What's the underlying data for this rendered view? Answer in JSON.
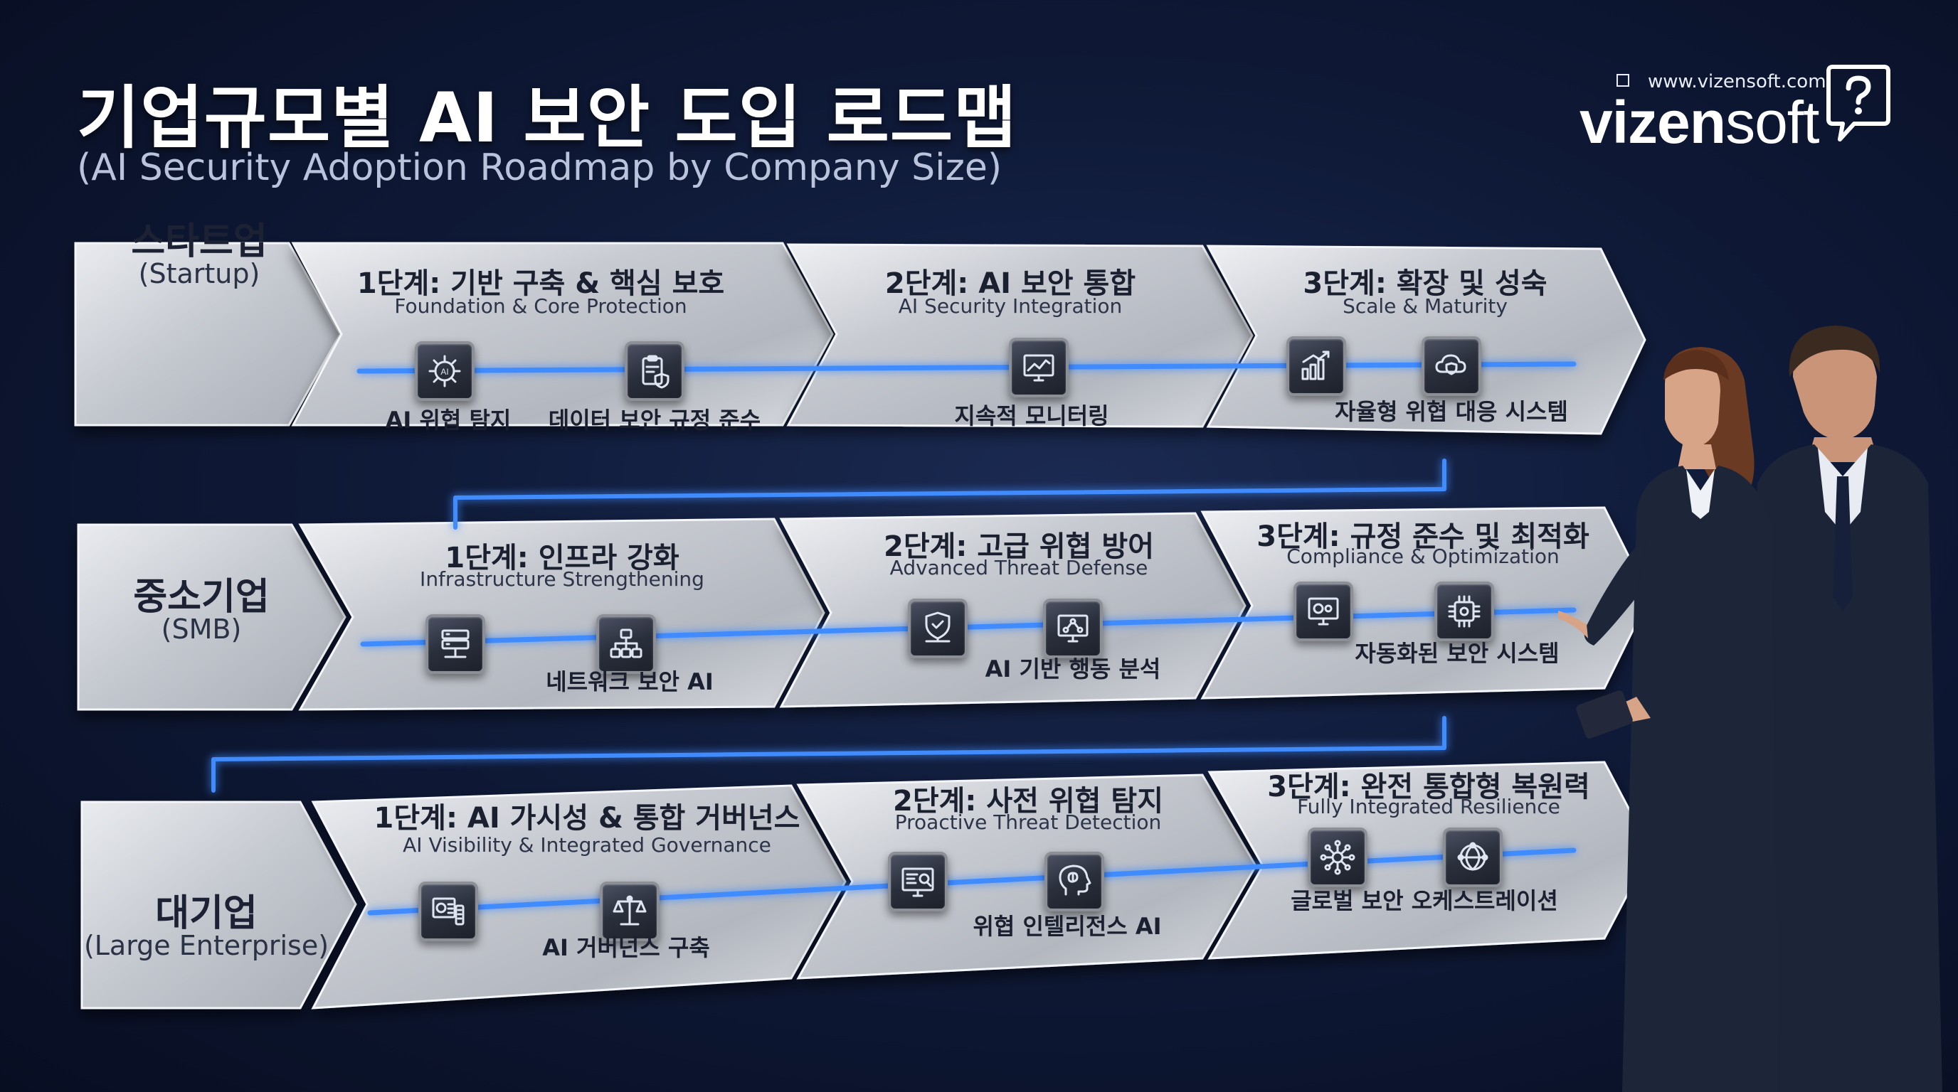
{
  "title": "기업규모별 AI 보안 도입 로드맵",
  "subtitle": "(AI Security Adoption Roadmap by Company Size)",
  "logo": {
    "url": "www.vizensoft.com",
    "name_bold": "vizen",
    "name_light": "soft",
    "icon": "question-bubble-icon"
  },
  "colors": {
    "background": "#0f1a38",
    "connector": "#3f8cff",
    "plate": "#c9ccd3",
    "icon_tile": "#2a2f3c"
  },
  "rows": [
    {
      "category_ko": "스타트업",
      "category_en": "(Startup)",
      "stages": [
        {
          "title_ko": "1단계: 기반 구축 & 핵심 보호",
          "title_en": "Foundation & Core Protection",
          "items": [
            {
              "icon": "ai-chip-icon",
              "label": "AI 위협 탐지"
            },
            {
              "icon": "clipboard-shield-icon",
              "label": "데이터 보안 규정 준수"
            }
          ]
        },
        {
          "title_ko": "2단계: AI 보안 통합",
          "title_en": "AI Security Integration",
          "items": [
            {
              "icon": "monitor-chart-icon",
              "label": "지속적 모니터링"
            }
          ]
        },
        {
          "title_ko": "3단계: 확장 및 성숙",
          "title_en": "Scale & Maturity",
          "items": [
            {
              "icon": "growth-chart-icon",
              "label": "자율형 위협 대응 시스템"
            },
            {
              "icon": "cloud-shield-icon",
              "label": ""
            }
          ]
        }
      ]
    },
    {
      "category_ko": "중소기업",
      "category_en": "(SMB)",
      "stages": [
        {
          "title_ko": "1단계: 인프라 강화",
          "title_en": "Infrastructure Strengthening",
          "items": [
            {
              "icon": "server-icon",
              "label": ""
            },
            {
              "icon": "network-icon",
              "label": "네트워크 보안 AI"
            }
          ]
        },
        {
          "title_ko": "2단계: 고급 위협 방어",
          "title_en": "Advanced Threat Defense",
          "items": [
            {
              "icon": "shield-network-icon",
              "label": ""
            },
            {
              "icon": "monitor-network-icon",
              "label": "AI 기반 행동 분석"
            }
          ]
        },
        {
          "title_ko": "3단계: 규정 준수 및 최적화",
          "title_en": "Compliance & Optimization",
          "items": [
            {
              "icon": "monitor-gears-icon",
              "label": ""
            },
            {
              "icon": "automation-chip-icon",
              "label": "자동화된 보안 시스템"
            }
          ]
        }
      ]
    },
    {
      "category_ko": "대기업",
      "category_en": "(Large Enterprise)",
      "stages": [
        {
          "title_ko": "1단계: AI 가시성 & 통합 거버넌스",
          "title_en": "AI Visibility & Integrated Governance",
          "items": [
            {
              "icon": "dashboard-icon",
              "label": ""
            },
            {
              "icon": "scales-icon",
              "label": "AI 거버넌스 구축"
            }
          ]
        },
        {
          "title_ko": "2단계: 사전 위협 탐지",
          "title_en": "Proactive Threat Detection",
          "items": [
            {
              "icon": "monitor-search-icon",
              "label": ""
            },
            {
              "icon": "brain-head-icon",
              "label": "위협 인텔리전스 AI"
            }
          ]
        },
        {
          "title_ko": "3단계: 완전 통합형 복원력",
          "title_en": "Fully Integrated Resilience",
          "items": [
            {
              "icon": "hub-network-icon",
              "label": ""
            },
            {
              "icon": "globe-network-icon",
              "label": "글로벌 보안 오케스트레이션"
            }
          ]
        }
      ]
    }
  ]
}
